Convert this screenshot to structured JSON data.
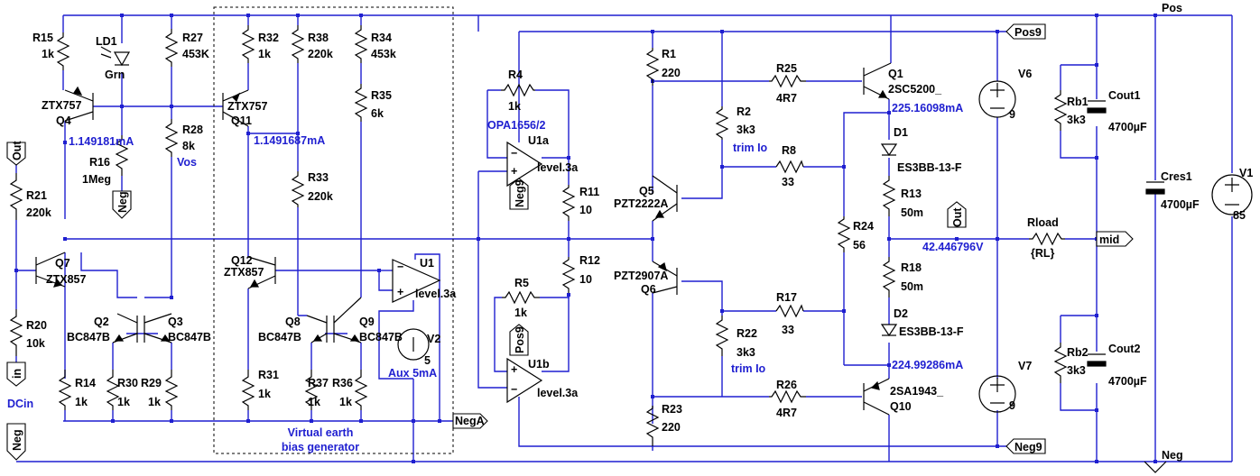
{
  "nets": {
    "pos": "Pos",
    "neg": "Neg",
    "pos9": "Pos9",
    "neg9": "Neg9",
    "out": "Out",
    "in": "in",
    "nega": "NegA",
    "mid": "mid",
    "dcin": "DCin"
  },
  "box_label": [
    "Virtual earth",
    "bias generator"
  ],
  "components": {
    "R15": {
      "ref": "R15",
      "val": "1k"
    },
    "LD1": {
      "ref": "LD1",
      "val": "Grn"
    },
    "R27": {
      "ref": "R27",
      "val": "453K"
    },
    "R32": {
      "ref": "R32",
      "val": "1k"
    },
    "R38": {
      "ref": "R38",
      "val": "220k"
    },
    "R34": {
      "ref": "R34",
      "val": "453k"
    },
    "R35": {
      "ref": "R35",
      "val": "6k"
    },
    "Q4": {
      "ref": "Q4",
      "val": "ZTX757"
    },
    "Q11": {
      "ref": "Q11",
      "val": "ZTX757"
    },
    "R28": {
      "ref": "R28",
      "val": "8k"
    },
    "R16": {
      "ref": "R16",
      "val": "1Meg"
    },
    "R33": {
      "ref": "R33",
      "val": "220k"
    },
    "R21": {
      "ref": "R21",
      "val": "220k"
    },
    "Q7": {
      "ref": "Q7",
      "val": "ZTX857"
    },
    "Q12": {
      "ref": "Q12",
      "val": "ZTX857"
    },
    "Q2": {
      "ref": "Q2",
      "val": "BC847B"
    },
    "Q3": {
      "ref": "Q3",
      "val": "BC847B"
    },
    "Q8": {
      "ref": "Q8",
      "val": "BC847B"
    },
    "Q9": {
      "ref": "Q9",
      "val": "BC847B"
    },
    "R20": {
      "ref": "R20",
      "val": "10k"
    },
    "R14": {
      "ref": "R14",
      "val": "1k"
    },
    "R30": {
      "ref": "R30",
      "val": "1k"
    },
    "R29": {
      "ref": "R29",
      "val": "1k"
    },
    "R31": {
      "ref": "R31",
      "val": "1k"
    },
    "R37": {
      "ref": "R37",
      "val": "1k"
    },
    "R36": {
      "ref": "R36",
      "val": "1k"
    },
    "U1": {
      "ref": "U1",
      "val": "level.3a"
    },
    "V2": {
      "ref": "V2",
      "val": "5"
    },
    "R4": {
      "ref": "R4",
      "val": "1k"
    },
    "U1a": {
      "ref": "U1a",
      "val": "level.3a",
      "model": "OPA1656/2"
    },
    "R11": {
      "ref": "R11",
      "val": "10"
    },
    "R12": {
      "ref": "R12",
      "val": "10"
    },
    "R5": {
      "ref": "R5",
      "val": "1k"
    },
    "U1b": {
      "ref": "U1b",
      "val": "level.3a"
    },
    "R1": {
      "ref": "R1",
      "val": "220"
    },
    "R2": {
      "ref": "R2",
      "val": "3k3"
    },
    "R25": {
      "ref": "R25",
      "val": "4R7"
    },
    "Q1": {
      "ref": "Q1",
      "val": "2SC5200_"
    },
    "Q5": {
      "ref": "Q5",
      "val": "PZT2222A"
    },
    "R8": {
      "ref": "R8",
      "val": "33"
    },
    "Q6": {
      "ref": "Q6",
      "val": "PZT2907A"
    },
    "R22": {
      "ref": "R22",
      "val": "3k3"
    },
    "R17": {
      "ref": "R17",
      "val": "33"
    },
    "R23": {
      "ref": "R23",
      "val": "220"
    },
    "R26": {
      "ref": "R26",
      "val": "4R7"
    },
    "Q10": {
      "ref": "Q10",
      "val": "2SA1943_"
    },
    "D1": {
      "ref": "D1",
      "val": "ES3BB-13-F"
    },
    "R13": {
      "ref": "R13",
      "val": "50m"
    },
    "R24": {
      "ref": "R24",
      "val": "56"
    },
    "R18": {
      "ref": "R18",
      "val": "50m"
    },
    "D2": {
      "ref": "D2",
      "val": "ES3BB-13-F"
    },
    "V6": {
      "ref": "V6",
      "val": "9"
    },
    "V7": {
      "ref": "V7",
      "val": "9"
    },
    "Rload": {
      "ref": "Rload",
      "val": "{RL}"
    },
    "Rb1": {
      "ref": "Rb1",
      "val": "3k3"
    },
    "Cout1": {
      "ref": "Cout1",
      "val": "4700µF"
    },
    "Rb2": {
      "ref": "Rb2",
      "val": "3k3"
    },
    "Cout2": {
      "ref": "Cout2",
      "val": "4700µF"
    },
    "Cres1": {
      "ref": "Cres1",
      "val": "4700µF"
    },
    "V1": {
      "ref": "V1",
      "val": "85"
    }
  },
  "annotations": {
    "i_q4": "1.149181mA",
    "i_q11": "1.1491687mA",
    "vos": "Vos",
    "aux": "Aux 5mA",
    "trim1": "trim Io",
    "trim2": "trim Io",
    "i_q1": "225.16098mA",
    "i_q10": "224.99286mA",
    "v_out": "42.446796V"
  }
}
